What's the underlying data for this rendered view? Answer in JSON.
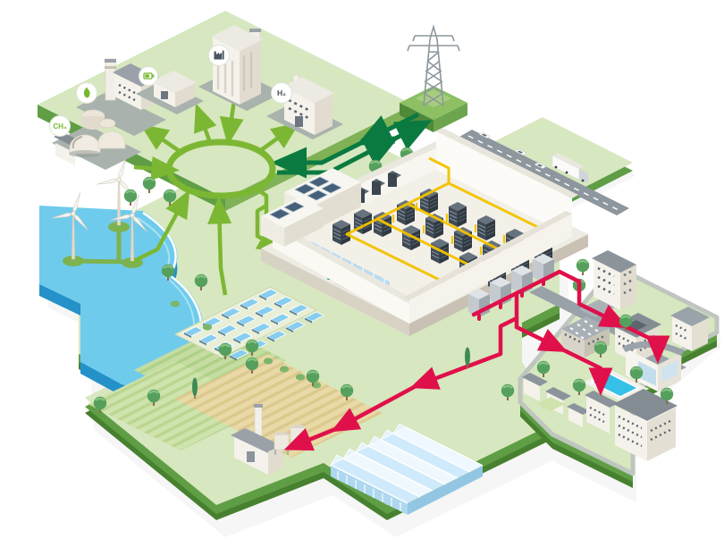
{
  "illustration": {
    "name": "green-energy-data-center-ecosystem",
    "labels": {
      "ch4": "CH₄",
      "h2": "H₂"
    },
    "badges": [
      {
        "id": "ch4-badge",
        "label": "CH₄",
        "attached_to": "biogas-plant"
      },
      {
        "id": "flame-badge",
        "icon": "flame-icon",
        "attached_to": "gas-power-plant"
      },
      {
        "id": "battery-badge",
        "icon": "battery-icon",
        "attached_to": "battery-storage"
      },
      {
        "id": "factory-badge",
        "icon": "factory-icon",
        "attached_to": "waste-to-energy-plant"
      },
      {
        "id": "h2-badge",
        "label": "H₂",
        "attached_to": "hydrogen-plant"
      }
    ],
    "nodes": [
      "biogas-plant",
      "gas-power-plant",
      "battery-storage",
      "waste-to-energy-plant",
      "hydrogen-plant",
      "renewable-energy-hub",
      "power-grid-pylon",
      "train-station",
      "highway",
      "wind-farm",
      "lake",
      "solar-farm",
      "data-center",
      "control-room",
      "server-racks",
      "heat-exchangers",
      "greenhouse",
      "farm",
      "crop-fields",
      "city",
      "swimming-pool"
    ],
    "flows": [
      {
        "from": "biogas-plant",
        "to": "renewable-energy-hub",
        "type": "green-energy",
        "color": "#7cb733"
      },
      {
        "from": "wind-farm",
        "to": "renewable-energy-hub",
        "type": "green-energy",
        "color": "#7cb733"
      },
      {
        "from": "solar-farm",
        "to": "renewable-energy-hub",
        "type": "green-energy",
        "color": "#7cb733"
      },
      {
        "from": "waste-to-energy-plant",
        "to": "renewable-energy-hub",
        "type": "green-energy",
        "color": "#7cb733"
      },
      {
        "from": "renewable-energy-hub",
        "to": "gas-power-plant",
        "type": "green-energy",
        "color": "#7cb733"
      },
      {
        "from": "renewable-energy-hub",
        "to": "battery-storage",
        "type": "green-energy",
        "color": "#7cb733"
      },
      {
        "from": "renewable-energy-hub",
        "to": "hydrogen-plant",
        "type": "green-energy",
        "color": "#7cb733"
      },
      {
        "from": "renewable-energy-hub",
        "to": "data-center",
        "type": "green-energy",
        "color": "#7cb733"
      },
      {
        "from": "power-grid-pylon",
        "to": "renewable-energy-hub",
        "type": "grid-exchange",
        "bidirectional": true,
        "color": "#0a7a41"
      },
      {
        "from": "data-center",
        "to": "greenhouse",
        "type": "waste-heat",
        "color": "#e0104a"
      },
      {
        "from": "data-center",
        "to": "farm",
        "type": "waste-heat",
        "color": "#e0104a"
      },
      {
        "from": "data-center",
        "to": "city",
        "type": "waste-heat",
        "color": "#e0104a"
      },
      {
        "from": "data-center",
        "to": "swimming-pool",
        "type": "waste-heat",
        "color": "#e0104a"
      }
    ],
    "colors": {
      "ground": "#d7e7bf",
      "ground_edge": "#5f9e45",
      "ground_edge_dark": "#47802f",
      "energy_green": "#7cb733",
      "grid_dark_green": "#0a7a41",
      "heat_red": "#e0104a",
      "cable_yellow": "#f2c300",
      "water": "#6fcbec",
      "water_side": "#2492c8",
      "pool": "#35c0e8",
      "building_white": "#f5f2ec",
      "roof_gray": "#98a1a8",
      "rack_slate": "#3f4a55",
      "panel_blue": "#86cdf0"
    }
  }
}
